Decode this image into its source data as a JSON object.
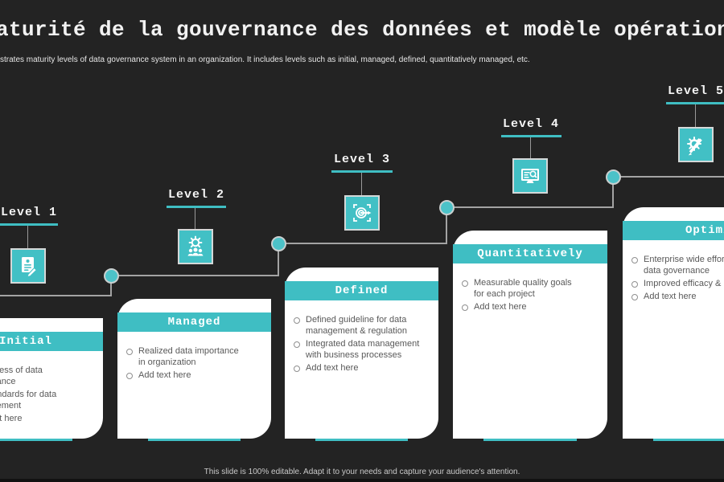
{
  "slide": {
    "title": "aturité de la gouvernance des données et modèle opérationn",
    "subtitle": "strates maturity levels of data governance system in an organization. It includes levels such as initial, managed, defined, quantitatively managed, etc.",
    "footer": "This slide is 100% editable. Adapt it to your needs and capture your audience's attention."
  },
  "colors": {
    "background": "#232323",
    "accent_teal": "#3FBEC3",
    "node_teal": "#4CC2C8",
    "card_background": "#FFFFFF",
    "body_text": "#595959",
    "connector_gray": "#A3A3A3",
    "title_text": "#F2F2F2"
  },
  "levels": [
    {
      "label": "Level 1",
      "icon": "contract-document-icon",
      "card": {
        "title": "Initial",
        "bullets": [
          "Awareness of data\ngovernance",
          "Set standards for data\nmanagement",
          "Add text here"
        ]
      }
    },
    {
      "label": "Level 2",
      "icon": "team-management-icon",
      "card": {
        "title": "Managed",
        "bullets": [
          "Realized data importance\nin organization",
          "Add text here"
        ]
      }
    },
    {
      "label": "Level 3",
      "icon": "target-arrow-icon",
      "card": {
        "title": "Defined",
        "bullets": [
          "Defined guideline for data\nmanagement & regulation",
          "Integrated data management\nwith business processes",
          "Add text here"
        ]
      }
    },
    {
      "label": "Level 4",
      "icon": "monitor-analysis-icon",
      "card": {
        "title": "Quantitatively",
        "bullets": [
          "Measurable quality goals\nfor each project",
          "Add text here"
        ]
      }
    },
    {
      "label": "Level 5",
      "icon": "gear-pencil-icon",
      "card": {
        "title": "Optimizing",
        "bullets": [
          "Enterprise wide efforts for\ndata governance",
          "Improved efficacy & performance",
          "Add text here"
        ]
      }
    }
  ]
}
